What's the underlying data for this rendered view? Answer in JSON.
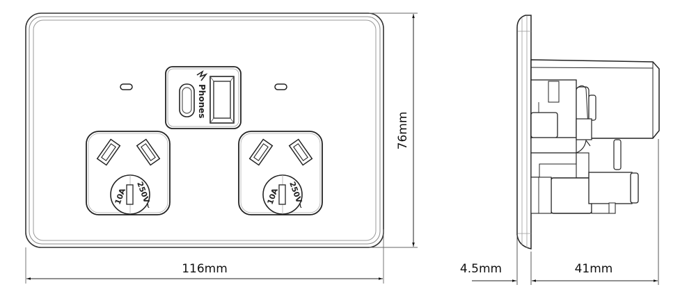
{
  "diagram": {
    "type": "technical drawing",
    "subject": "Double power outlet with USB charger",
    "front_view": {
      "usb_module": {
        "label": "Phones",
        "icon": "lightning-icon",
        "ports": [
          "USB-C",
          "USB-A"
        ]
      },
      "outlets": [
        {
          "current_rating": "10A",
          "voltage_rating": "250V~"
        },
        {
          "current_rating": "10A",
          "voltage_rating": "250V~"
        }
      ],
      "indicators": [
        "left-led",
        "right-led"
      ]
    },
    "dimensions": {
      "width": "116mm",
      "height": "76mm",
      "plate_depth": "4.5mm",
      "body_depth": "41mm"
    }
  },
  "colors": {
    "line": "#1a1a1a",
    "light_line": "#8a8a8a",
    "background": "#ffffff"
  }
}
